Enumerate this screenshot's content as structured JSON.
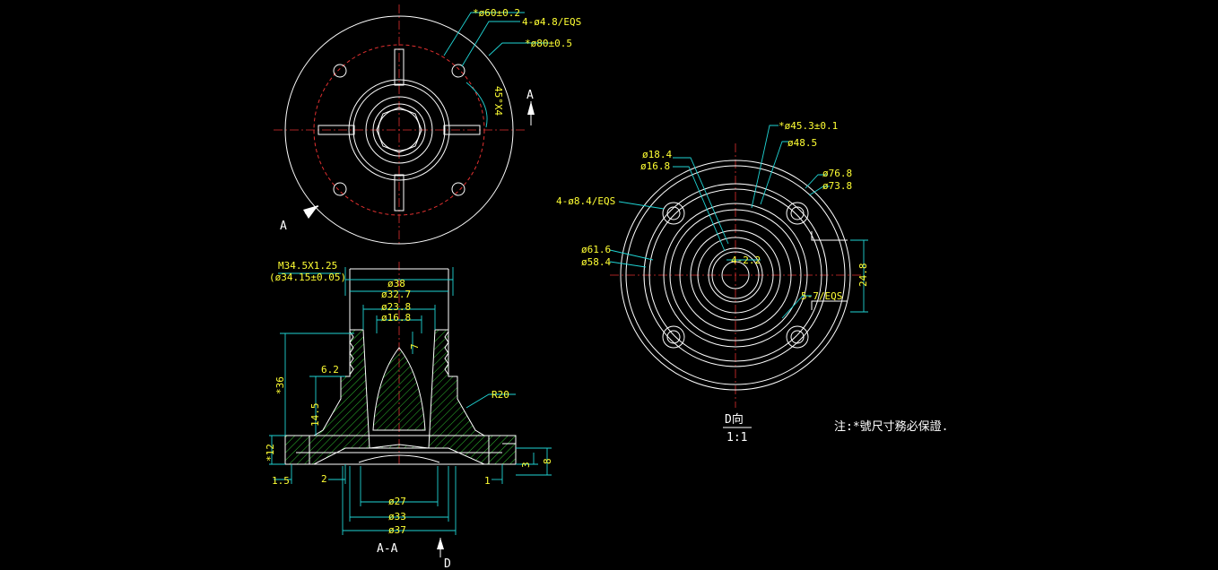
{
  "colors": {
    "background": "#000000",
    "outline": "#ffffff",
    "center_line": "#e03030",
    "dimension": "#1fd3d3",
    "text": "#ffff33",
    "hatch": "#30c030"
  },
  "top_view": {
    "dim_60": "*ø60±0.2",
    "dim_holes": "4-ø4.8/EQS",
    "dim_80": "*ø80±0.5",
    "angle": "45°X4",
    "section_a_right": "A",
    "section_a_left": "A"
  },
  "section_view": {
    "thread": "M34.5X1.25",
    "thread_sub": "(ø34.15±0.05)",
    "d38": "ø38",
    "d327": "ø32.7",
    "d238": "ø23.8",
    "d168": "ø16.8",
    "dim_7": "7",
    "dim_36": "*36",
    "dim_62": "6.2",
    "dim_145": "14.5",
    "radius": "R20",
    "dim_12": "*12",
    "dim_15": "1.5",
    "dim_2": "2",
    "dim_1": "1",
    "dim_3": "3",
    "dim_8": "8",
    "d27": "ø27",
    "d33": "ø33",
    "d37": "ø37",
    "label": "A-A",
    "arrow_label": "D"
  },
  "d_view": {
    "d453": "*ø45.3±0.1",
    "d485": "ø48.5",
    "d184": "ø18.4",
    "d168": "ø16.8",
    "d768": "ø76.8",
    "d738": "ø73.8",
    "holes": "4-ø8.4/EQS",
    "d616": "ø61.6",
    "d584": "ø58.4",
    "slots": "4-2.2",
    "dim_248": "24.8",
    "eqs57": "5-7/EQS",
    "title": "D向",
    "scale": "1:1"
  },
  "note": "注:*號尺寸務必保證."
}
